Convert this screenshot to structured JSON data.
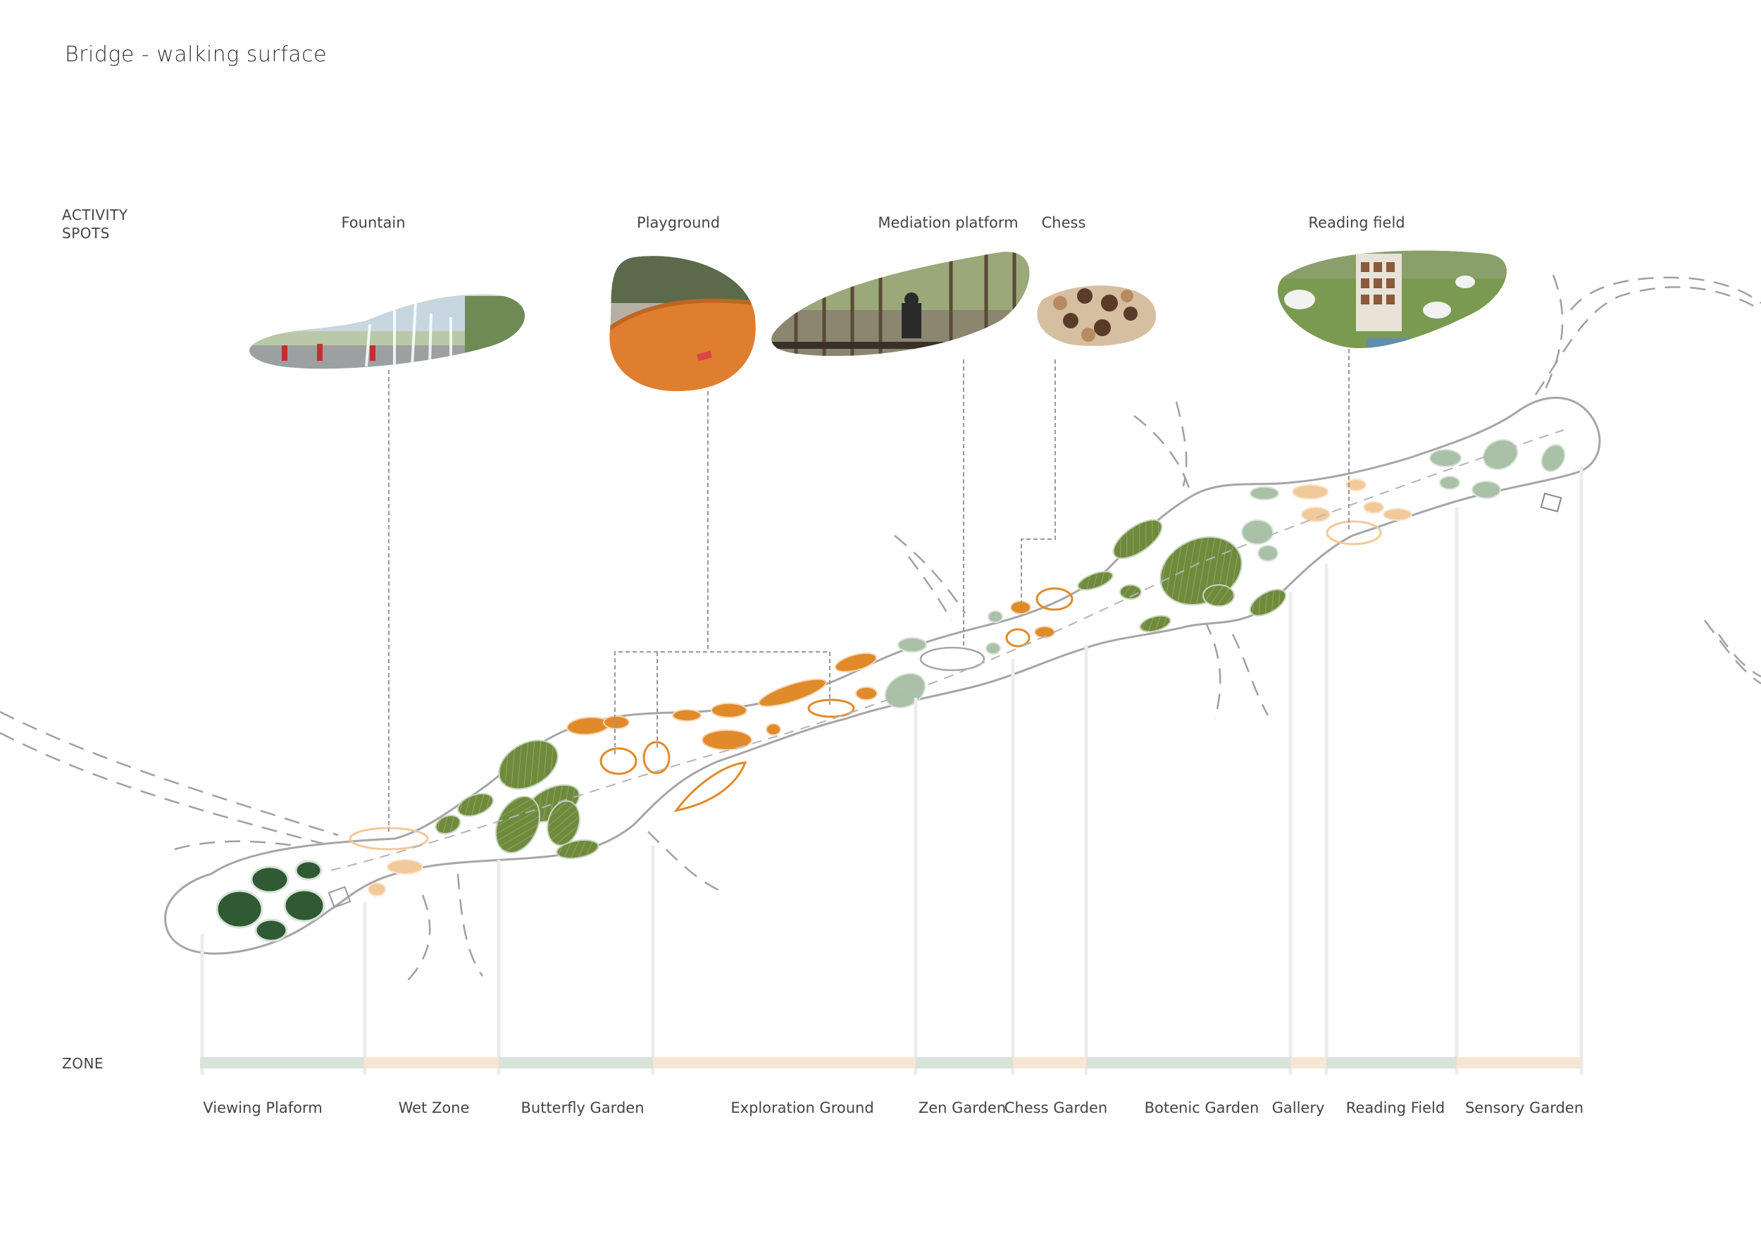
{
  "title": "Bridge - walking surface",
  "activity_label": "ACTIVITY\nSPOTS",
  "zone_label": "ZONE",
  "activity_spots": [
    {
      "name": "Fountain"
    },
    {
      "name": "Playground"
    },
    {
      "name": "Mediation platform"
    },
    {
      "name": "Chess"
    },
    {
      "name": "Reading field"
    }
  ],
  "zones": [
    {
      "name": "Viewing Plaform",
      "color": "#d8e3da"
    },
    {
      "name": "Wet Zone",
      "color": "#f7e6d2"
    },
    {
      "name": "Butterfly Garden",
      "color": "#d8e3da"
    },
    {
      "name": "Exploration Ground",
      "color": "#f7e6d2"
    },
    {
      "name": "Zen Garden",
      "color": "#d8e3da"
    },
    {
      "name": "Chess Garden",
      "color": "#f7e6d2"
    },
    {
      "name": "Botenic Garden",
      "color": "#d8e3da"
    },
    {
      "name": "Gallery",
      "color": "#f7e6d2"
    },
    {
      "name": "Reading Field",
      "color": "#d8e3da"
    },
    {
      "name": "Sensory Garden",
      "color": "#f7e6d2"
    }
  ],
  "colors": {
    "dark_green": "#2f5a34",
    "olive_green": "#6f8a3c",
    "sage": "#a9c1a7",
    "orange": "#e08a2a",
    "peach": "#f2c99a",
    "outline": "#a6a6a6"
  }
}
